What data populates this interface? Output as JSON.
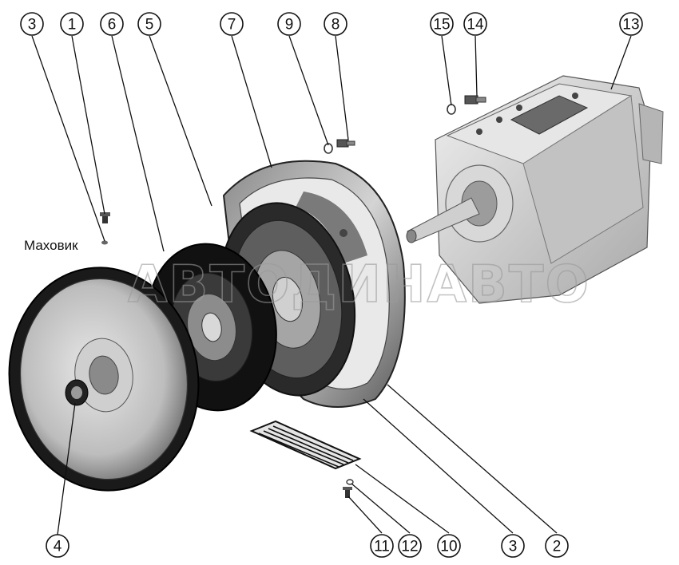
{
  "label_flywheel": "Маховик",
  "watermark": "АВТОДИНАВТО",
  "callouts": [
    {
      "id": "3a",
      "text": "3"
    },
    {
      "id": "1",
      "text": "1"
    },
    {
      "id": "6",
      "text": "6"
    },
    {
      "id": "5",
      "text": "5"
    },
    {
      "id": "7",
      "text": "7"
    },
    {
      "id": "9",
      "text": "9"
    },
    {
      "id": "8",
      "text": "8"
    },
    {
      "id": "15",
      "text": "15"
    },
    {
      "id": "14",
      "text": "14"
    },
    {
      "id": "13",
      "text": "13"
    },
    {
      "id": "4",
      "text": "4"
    },
    {
      "id": "11",
      "text": "11"
    },
    {
      "id": "12",
      "text": "12"
    },
    {
      "id": "10",
      "text": "10"
    },
    {
      "id": "3b",
      "text": "3"
    },
    {
      "id": "2",
      "text": "2"
    }
  ]
}
